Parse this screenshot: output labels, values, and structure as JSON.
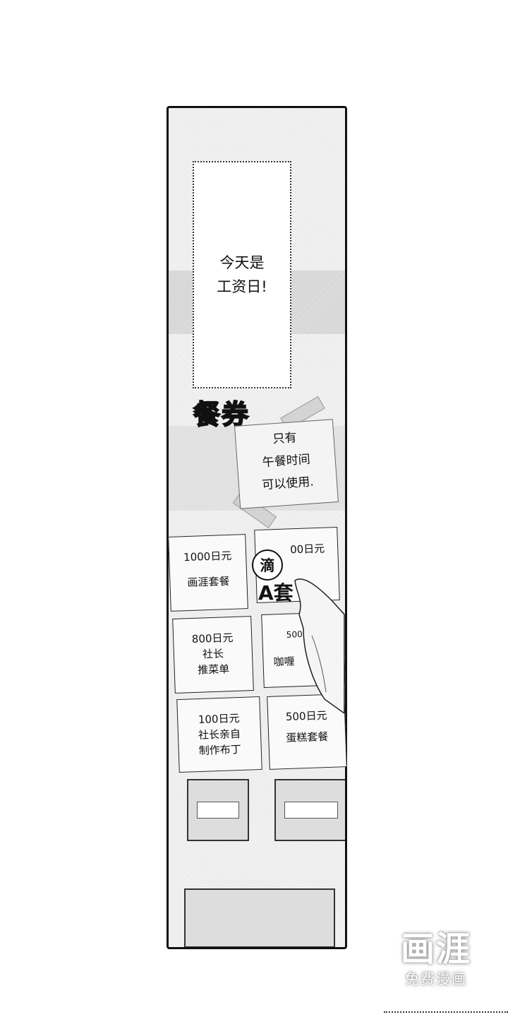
{
  "caption": {
    "line1": "今天是",
    "line2": "工资日!"
  },
  "sign_title": "餐券",
  "note": {
    "line1": "只有",
    "line2": "午餐时间",
    "line3": "可以使用."
  },
  "buttons": [
    {
      "price": "1000日元",
      "name": "画涯套餐"
    },
    {
      "price": "00日元",
      "name": ""
    },
    {
      "price": "800日元",
      "name": "社长",
      "name2": "推菜单"
    },
    {
      "price": "500日元",
      "name": "咖喱"
    },
    {
      "price": "100日元",
      "name": "社长亲自",
      "name2": "制作布丁"
    },
    {
      "price": "500日元",
      "name": "蛋糕套餐"
    }
  ],
  "sfx": {
    "drip": "滴",
    "a_set": "A套"
  },
  "watermark": {
    "logo": "画涯",
    "tagline": "免费漫画"
  }
}
